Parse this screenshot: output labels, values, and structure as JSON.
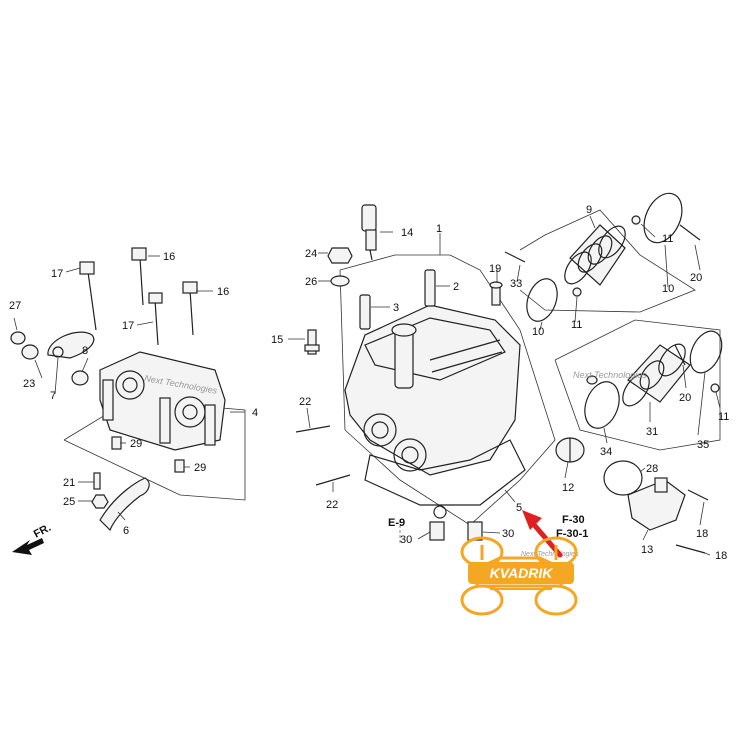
{
  "diagram": {
    "callouts": [
      "1",
      "2",
      "3",
      "4",
      "5",
      "6",
      "7",
      "8",
      "9",
      "10",
      "10",
      "11",
      "11",
      "11",
      "12",
      "13",
      "14",
      "15",
      "16",
      "16",
      "17",
      "17",
      "18",
      "18",
      "19",
      "20",
      "20",
      "21",
      "22",
      "22",
      "23",
      "24",
      "25",
      "26",
      "27",
      "28",
      "29",
      "29",
      "30",
      "30",
      "31",
      "33",
      "34",
      "35"
    ],
    "refs": {
      "e9": "E-9",
      "f30": "F-30",
      "f301": "F-30-1",
      "fr": "FR."
    },
    "watermark_left": "Next Technologies",
    "watermark_right": "Next Technologies",
    "watermark_small": "Next Technologies",
    "logo": {
      "brand": "KVADRIK"
    },
    "colors": {
      "arrow": "#e02020",
      "logo": "#f5a623",
      "line": "#222222"
    }
  }
}
